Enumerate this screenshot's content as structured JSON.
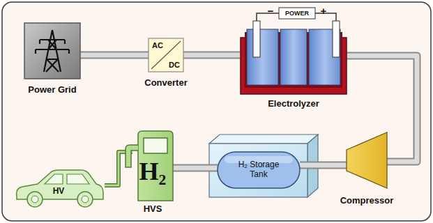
{
  "diagram": {
    "nodes": [
      {
        "text": [
          "Power Grid"
        ]
      },
      {
        "text": [
          "AC",
          "DC",
          "Converter"
        ]
      },
      {
        "text": [
          "Electrolyzer"
        ]
      },
      {
        "text": [
          "Compressor"
        ]
      },
      {
        "text": [
          "H₂ Storage Tank"
        ]
      },
      {
        "text": [
          "H₂",
          "HVS"
        ]
      },
      {
        "text": [
          "HV"
        ]
      }
    ],
    "edges": [
      {
        "from": 0,
        "to": 1,
        "arrow": "none"
      },
      {
        "from": 1,
        "to": 2,
        "arrow": "none"
      },
      {
        "from": 2,
        "to": 3,
        "arrow": "none"
      },
      {
        "from": 3,
        "to": 4,
        "arrow": "none"
      },
      {
        "from": 4,
        "to": 5,
        "arrow": "none"
      },
      {
        "from": 5,
        "to": 6,
        "arrow": "none"
      }
    ],
    "labels": [
      "POWER",
      "−",
      "+"
    ]
  }
}
